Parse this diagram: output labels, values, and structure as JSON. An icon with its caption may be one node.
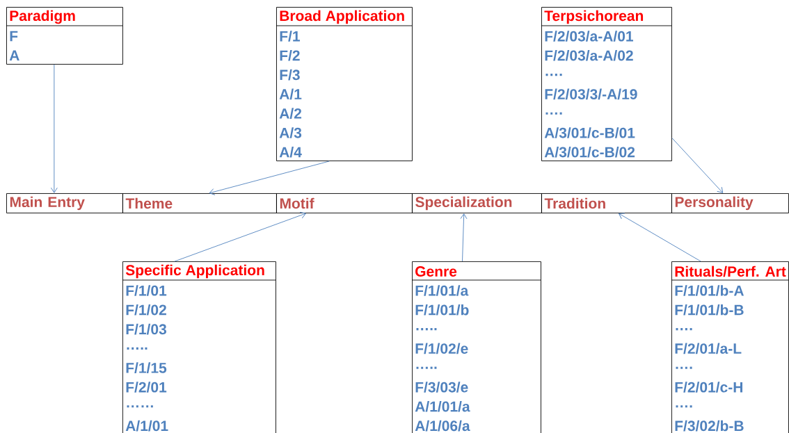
{
  "diagram": {
    "nodes": [
      {
        "text": [
          "Paradigm",
          "F",
          "A"
        ]
      },
      {
        "text": [
          "Broad Application",
          "F/1",
          "F/2",
          "F/3",
          "A/1",
          "A/2",
          "A/3",
          "A/4"
        ]
      },
      {
        "text": [
          "Terpsichorean",
          "F/2/03/a-A/01",
          "F/2/03/a-A/02",
          "….",
          "F/2/03/3/-A/19",
          "….",
          "A/3/01/c-B/01",
          "A/3/01/c-B/02"
        ]
      },
      {
        "text": [
          "Main Entry"
        ]
      },
      {
        "text": [
          "Theme"
        ]
      },
      {
        "text": [
          "Motif"
        ]
      },
      {
        "text": [
          "Specialization"
        ]
      },
      {
        "text": [
          "Tradition"
        ]
      },
      {
        "text": [
          "Personality"
        ]
      },
      {
        "text": [
          "Specific Application",
          "F/1/01",
          "F/1/02",
          "F/1/03",
          "…..",
          "F/1/15",
          "F/2/01",
          "……",
          "A/1/01"
        ]
      },
      {
        "text": [
          "Genre",
          "F/1/01/a",
          "F/1/01/b",
          "…..",
          "F/1/02/e",
          "…..",
          "F/3/03/e",
          "A/1/01/a",
          "A/1/06/a"
        ]
      },
      {
        "text": [
          "Rituals/Perf. Art",
          "F/1/01/b-A",
          "F/1/01/b-B",
          "….",
          "F/2/01/a-L",
          "….",
          "F/2/01/c-H",
          "….",
          "F/3/02/b-B"
        ]
      }
    ],
    "edges": [
      {
        "from": 0,
        "to": 3,
        "arrow": "to"
      },
      {
        "from": 1,
        "to": 4,
        "arrow": "to"
      },
      {
        "from": 2,
        "to": 8,
        "arrow": "to"
      },
      {
        "from": 9,
        "to": 5,
        "arrow": "to"
      },
      {
        "from": 10,
        "to": 6,
        "arrow": "to"
      },
      {
        "from": 11,
        "to": 7,
        "arrow": "to"
      }
    ]
  }
}
